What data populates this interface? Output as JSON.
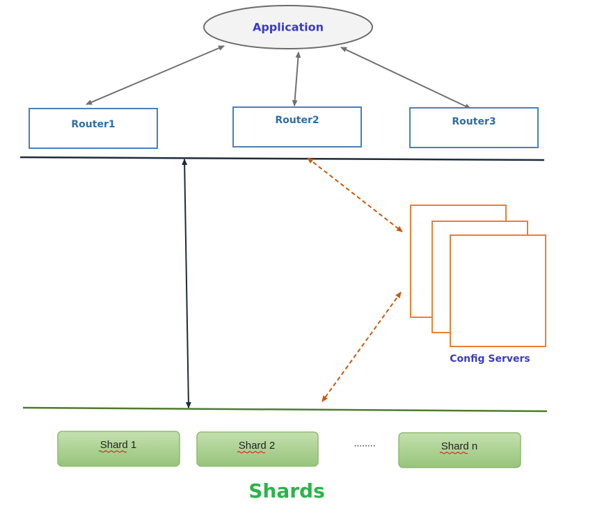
{
  "application": {
    "label": "Application"
  },
  "routers": [
    {
      "label": "Router1"
    },
    {
      "label": "Router2"
    },
    {
      "label": "Router3"
    }
  ],
  "config_servers": {
    "label": "Config Servers"
  },
  "shards": {
    "items": [
      {
        "word": "Shard",
        "suffix": "1"
      },
      {
        "word": "Shard",
        "suffix": "2"
      },
      {
        "word": "Shard",
        "suffix": "n"
      }
    ],
    "ellipsis": "........",
    "title": "Shards"
  },
  "colors": {
    "application_text": "#3b3bc4",
    "router_border": "#4a7ebb",
    "router_text": "#2e6da4",
    "config_border": "#ed7d31",
    "config_text": "#3b3bc4",
    "shard_fill": "#a9d18e",
    "shard_title": "#2db34a",
    "router_bus": "#1f2a3a",
    "shard_bus": "#4e7a2e",
    "dashed_arrow": "#c55a11",
    "gray_arrow": "#707070"
  }
}
